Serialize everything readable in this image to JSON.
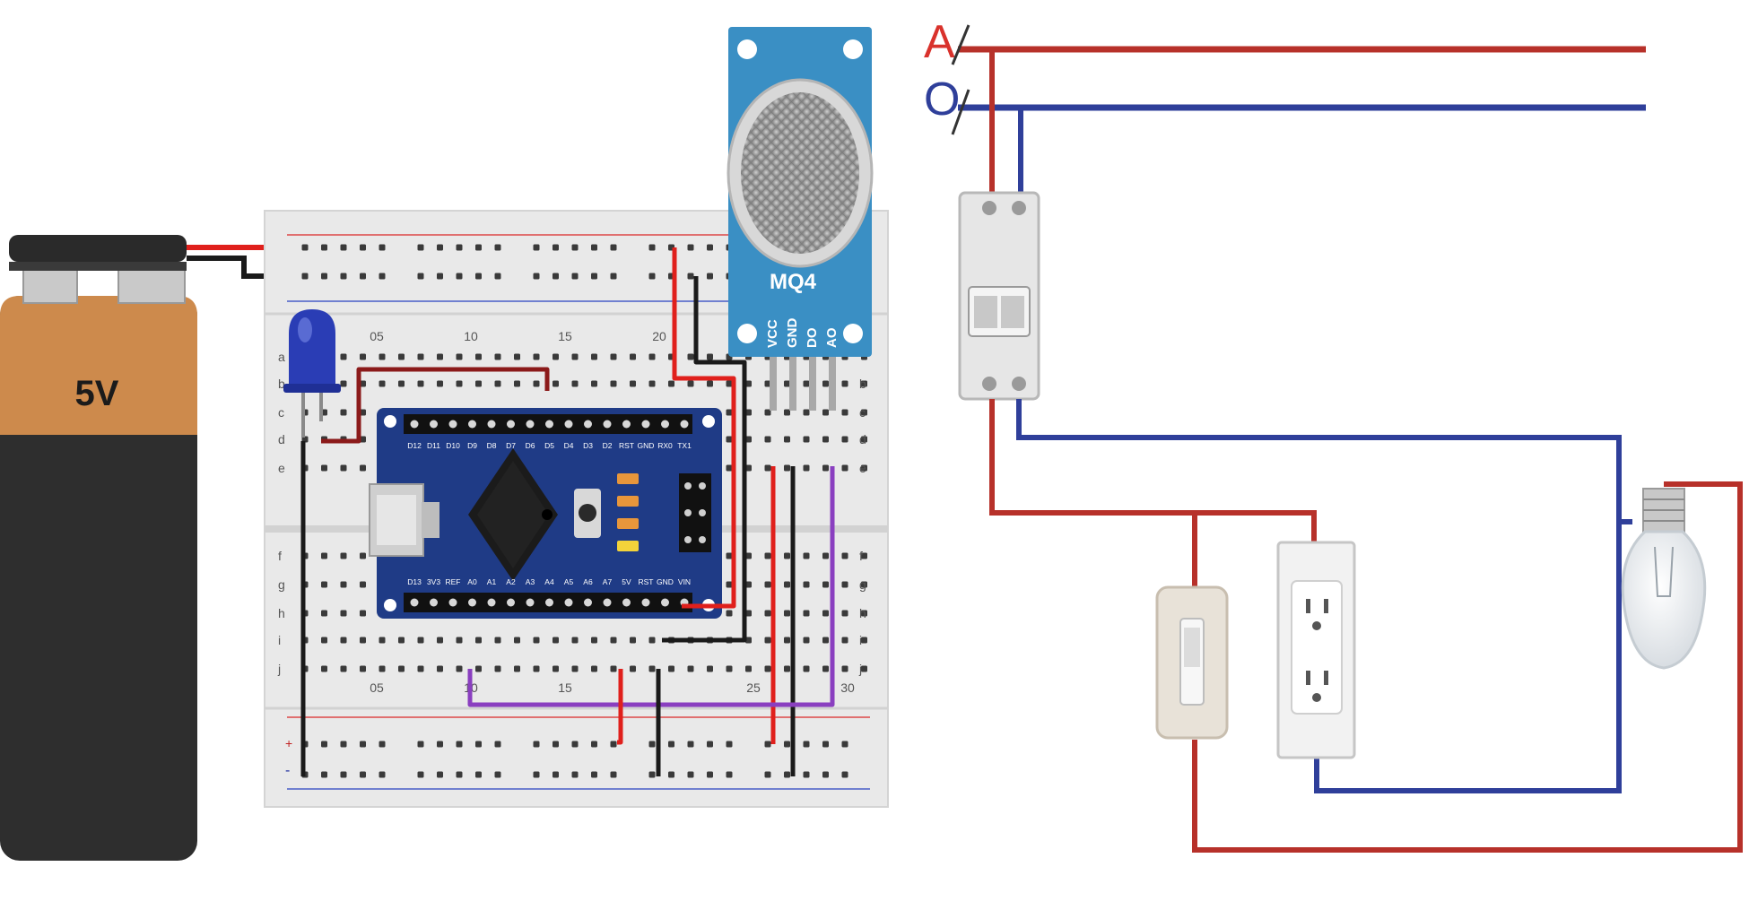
{
  "battery": {
    "label": "5V"
  },
  "breadboard": {
    "rows_left": [
      "a",
      "b",
      "c",
      "d",
      "e",
      "f",
      "g",
      "h",
      "i",
      "j"
    ],
    "rows_right": [
      "b",
      "c",
      "d",
      "e",
      "f",
      "g",
      "h",
      "i",
      "j"
    ],
    "cols_top": [
      "05",
      "10",
      "15",
      "20"
    ],
    "cols_bottom": [
      "05",
      "10",
      "15",
      "25",
      "30"
    ],
    "rail_plus": "+",
    "rail_minus": "-"
  },
  "sensor": {
    "name": "MQ4",
    "pins": [
      "VCC",
      "GND",
      "DO",
      "AO"
    ]
  },
  "mcu": {
    "top_pins": [
      "D12",
      "D11",
      "D10",
      "D9",
      "D8",
      "D7",
      "D6",
      "D5",
      "D4",
      "D3",
      "D2",
      "RST",
      "GND",
      "RX0",
      "TX1"
    ],
    "bottom_pins": [
      "D13",
      "3V3",
      "REF",
      "A0",
      "A1",
      "A2",
      "A3",
      "A4",
      "A5",
      "A6",
      "A7",
      "5V",
      "RST",
      "GND",
      "VIN"
    ]
  },
  "wiring": {
    "phase_label": "A",
    "neutral_label": "O"
  },
  "colors": {
    "live_wire": "#b7312a",
    "neutral_wire": "#2f3f9a",
    "battery_top": "#cd8a4c",
    "battery_body": "#2e2e2e",
    "mcu_board": "#1f3b86",
    "sensor_board": "#3a8fc4",
    "purple_wire": "#8a3fc0"
  }
}
